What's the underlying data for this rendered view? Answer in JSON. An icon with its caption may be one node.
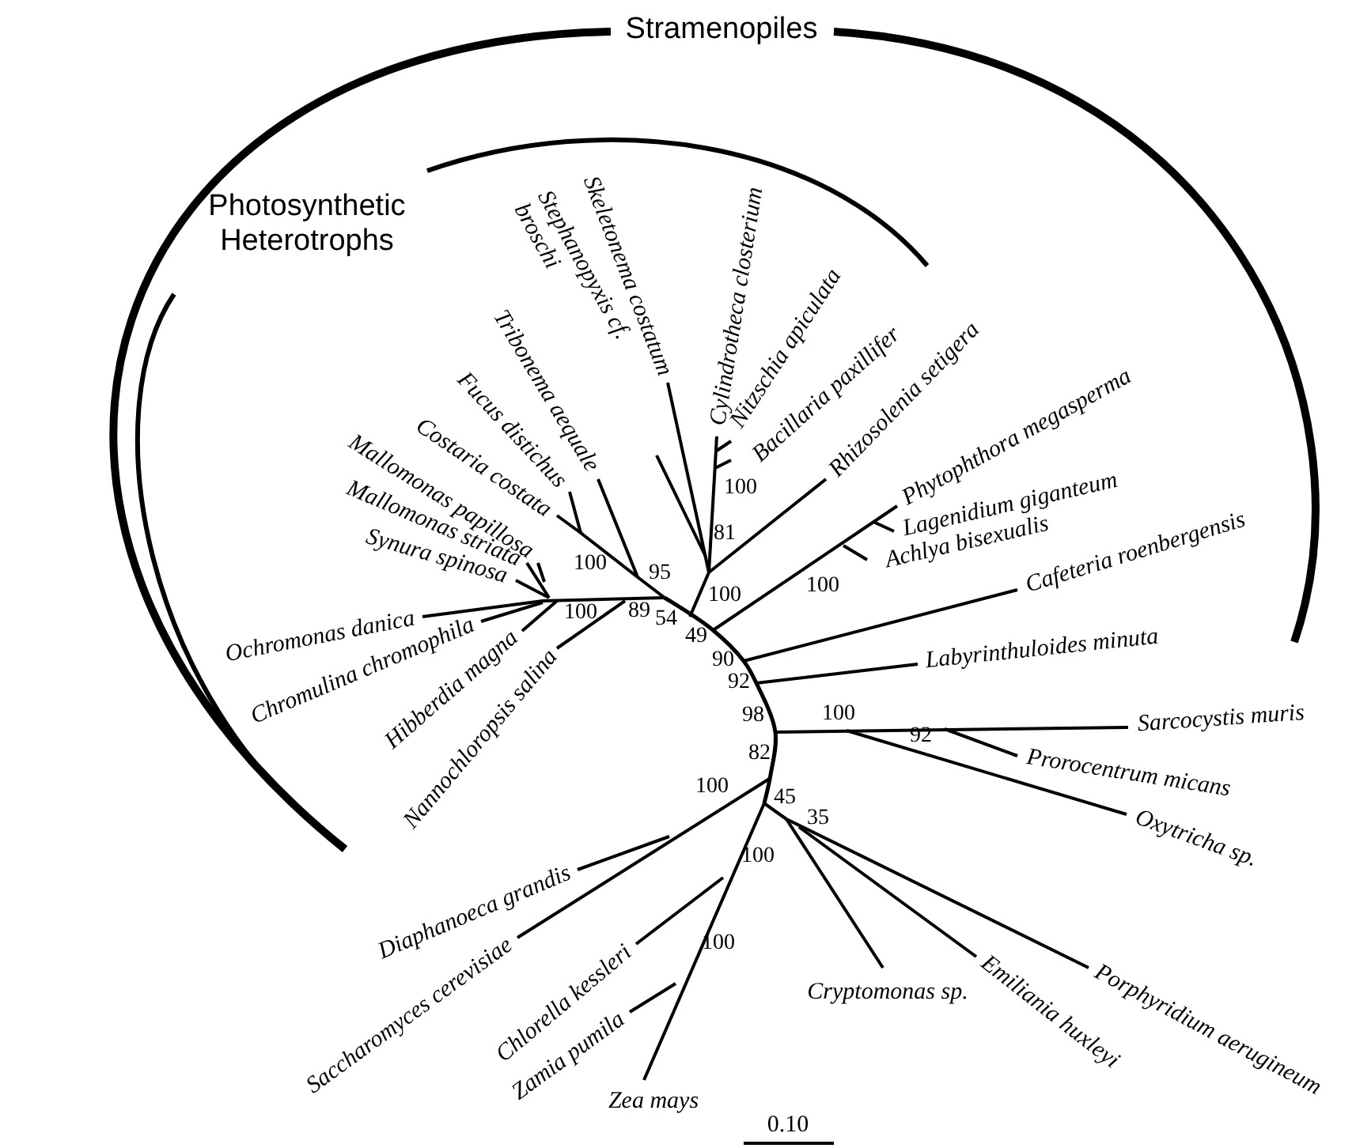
{
  "diagram": {
    "labels": [
      "Stramenopiles",
      "Photosynthetic Heterotrophs",
      "Mallomonas striata",
      "Mallomonas papillosa",
      "Synura spinosa",
      "Costaria costata",
      "Fucus distichus",
      "Tribonema aequale",
      "Stephanopyxis cf. broschi",
      "Skeletonema costatum",
      "Cylindrotheca closterium",
      "Nitzschia apiculata",
      "Bacillaria paxillifer",
      "Rhizosolenia setigera",
      "Achlya bisexualis",
      "Phytophthora megasperma",
      "Lagenidium giganteum",
      "Cafeteria roenbergensis",
      "Ochromonas danica",
      "Chromulina chromophila",
      "Hibberdia magna",
      "Nannochloropsis salina",
      "Labyrinthuloides minuta",
      "Sarcocystis muris",
      "Prorocentrum micans",
      "Oxytricha sp.",
      "Diaphanoeca grandis",
      "Saccharomyces cerevisiae",
      "Chlorella kessleri",
      "Zamia pumila",
      "Cryptomonas sp.",
      "Emiliania huxleyi",
      "Porphyridium aerugineum",
      "Zea mays",
      "100",
      "81",
      "100",
      "95",
      "100",
      "100",
      "100",
      "89",
      "54",
      "49",
      "90",
      "92",
      "98",
      "100",
      "92",
      "82",
      "100",
      "45",
      "35",
      "100",
      "100",
      "0.10"
    ]
  }
}
